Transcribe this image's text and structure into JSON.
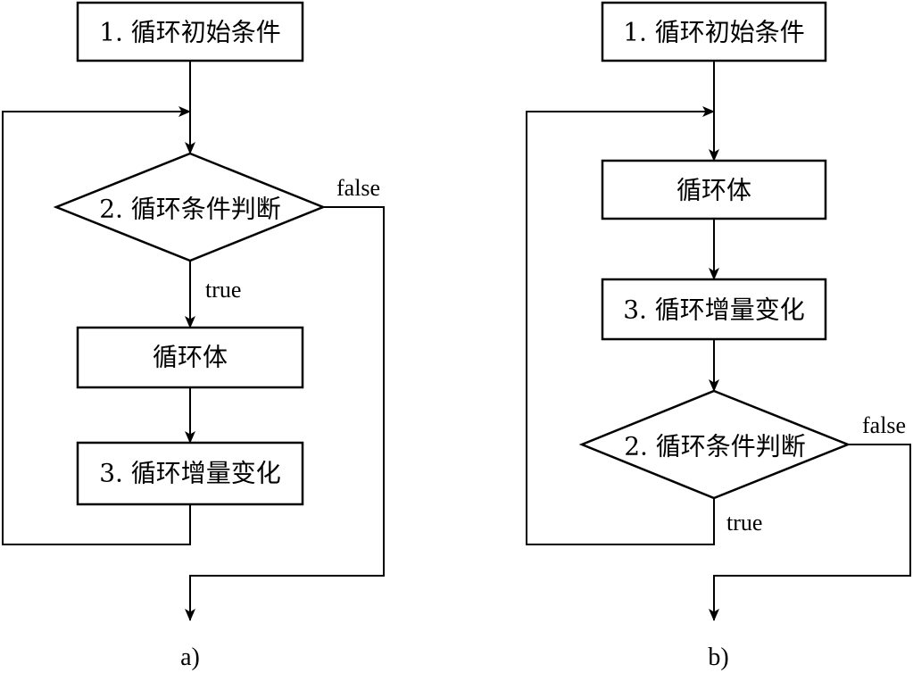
{
  "diagram_a": {
    "caption": "a)",
    "nodes": {
      "init": "1. 循环初始条件",
      "condition": "2. 循环条件判断",
      "body": "循环体",
      "increment": "3. 循环增量变化"
    },
    "edges": {
      "true_label": "true",
      "false_label": "false"
    }
  },
  "diagram_b": {
    "caption": "b)",
    "nodes": {
      "init": "1. 循环初始条件",
      "body": "循环体",
      "increment": "3. 循环增量变化",
      "condition": "2. 循环条件判断"
    },
    "edges": {
      "true_label": "true",
      "false_label": "false"
    }
  },
  "colors": {
    "stroke": "#000000",
    "background": "#ffffff"
  }
}
